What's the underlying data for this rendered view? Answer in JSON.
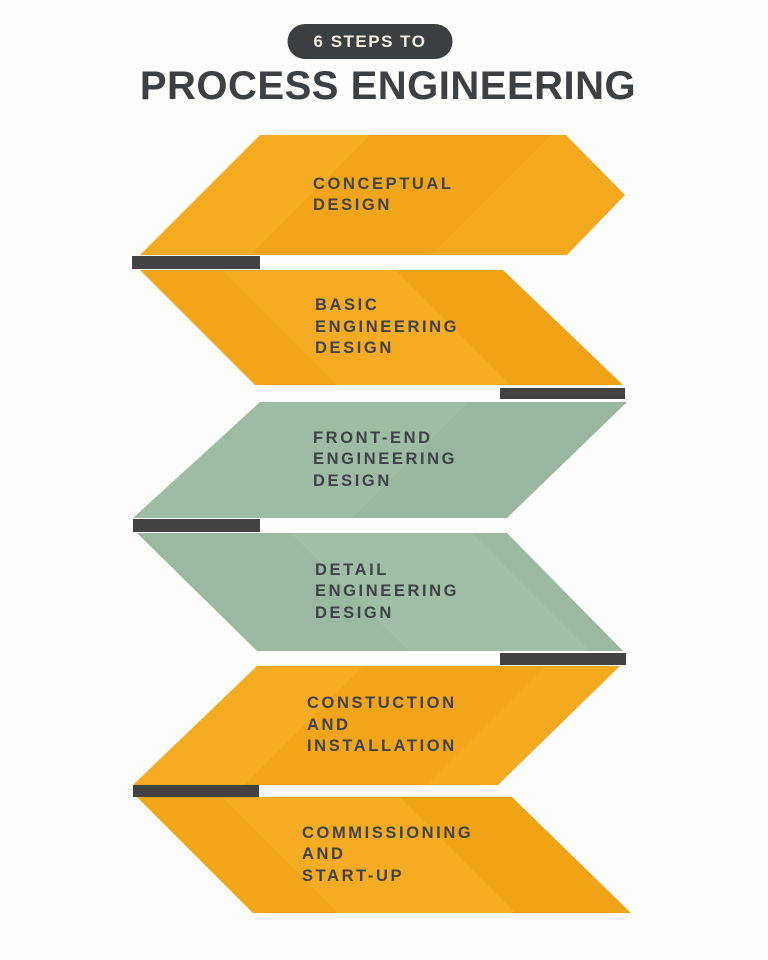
{
  "header": {
    "badge": "6 STEPS TO",
    "title": "PROCESS ENGINEERING",
    "badge_bg": "#3C3F42",
    "badge_text_color": "#F4EEE1",
    "title_color": "#3C4043"
  },
  "steps": [
    {
      "label_lines": [
        "CONCEPTUAL",
        "DESIGN"
      ],
      "color_scheme": "orange"
    },
    {
      "label_lines": [
        "BASIC",
        "ENGINEERING",
        "DESIGN"
      ],
      "color_scheme": "orange"
    },
    {
      "label_lines": [
        "FRONT-END",
        "ENGINEERING",
        "DESIGN"
      ],
      "color_scheme": "green"
    },
    {
      "label_lines": [
        "DETAIL",
        "ENGINEERING",
        "DESIGN"
      ],
      "color_scheme": "green"
    },
    {
      "label_lines": [
        "CONSTUCTION",
        "AND",
        "INSTALLATION"
      ],
      "color_scheme": "orange"
    },
    {
      "label_lines": [
        "COMMISSIONING",
        "AND",
        "START-UP"
      ],
      "color_scheme": "orange"
    }
  ],
  "colors": {
    "orange": "#F3A71F",
    "green": "#9CBAA1",
    "connector": "#444145",
    "label_text": "#3F4347",
    "page_background": "#FDFDFB"
  }
}
